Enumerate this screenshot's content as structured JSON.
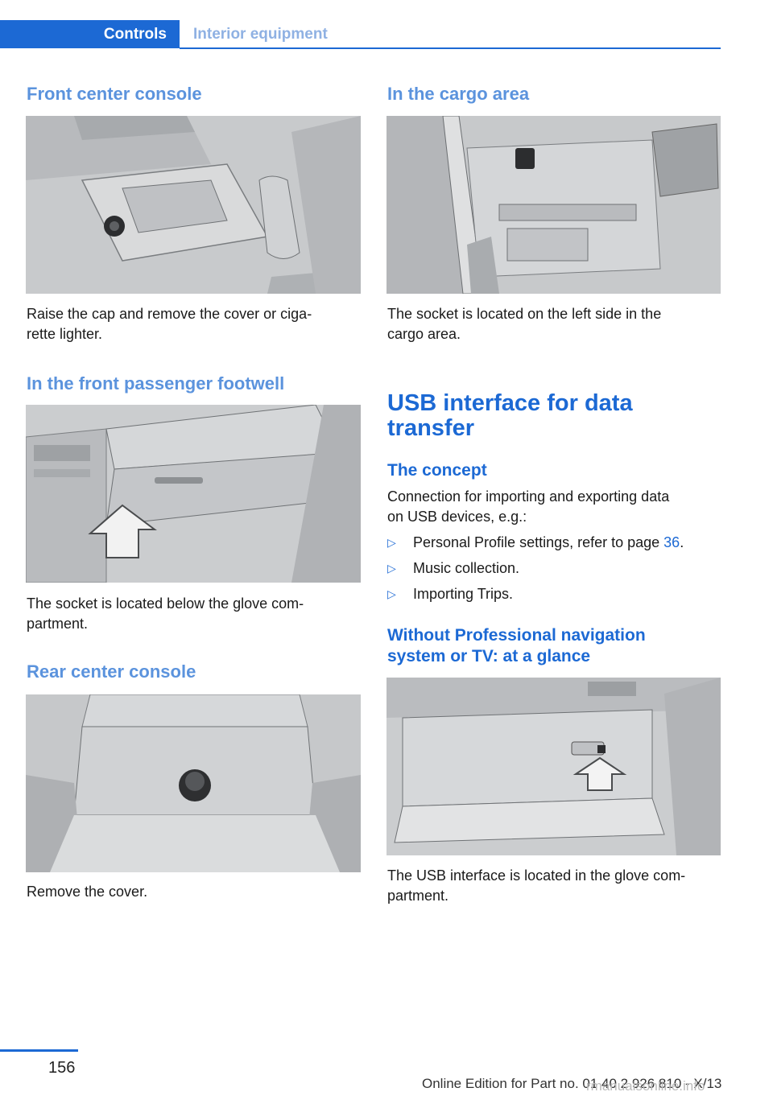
{
  "header": {
    "tab_active": "Controls",
    "tab_inactive": "Interior equipment"
  },
  "left": {
    "front_console": {
      "heading": "Front center console",
      "caption": "Raise the cap and remove the cover or ciga‐\nrette lighter."
    },
    "footwell": {
      "heading": "In the front passenger footwell",
      "caption": "The socket is located below the glove com‐\npartment."
    },
    "rear_console": {
      "heading": "Rear center console",
      "caption": "Remove the cover."
    }
  },
  "right": {
    "cargo": {
      "heading": "In the cargo area",
      "caption": "The socket is located on the left side in the\ncargo area."
    },
    "usb": {
      "heading": "USB interface for data transfer",
      "concept_heading": "The concept",
      "concept_text": "Connection for importing and exporting data\non USB devices, e.g.:",
      "bullets": [
        {
          "text": "Personal Profile settings, refer to page ",
          "link": "36",
          "tail": "."
        },
        {
          "text": "Music collection.",
          "link": "",
          "tail": ""
        },
        {
          "text": "Importing Trips.",
          "link": "",
          "tail": ""
        }
      ],
      "glance_heading": "Without Professional navigation\nsystem or TV: at a glance",
      "glance_caption": "The USB interface is located in the glove com‐\npartment."
    }
  },
  "footer": {
    "page_number": "156",
    "edition": "Online Edition for Part no. 01 40 2 926 810 - X/13",
    "watermark": "rmanualsonline.info"
  },
  "colors": {
    "accent": "#1c69d4",
    "heading_light": "#5b93dd",
    "illustration_bg": "#c9cbcd"
  },
  "icons": {
    "bullet": "triangle-right-outline-icon"
  }
}
